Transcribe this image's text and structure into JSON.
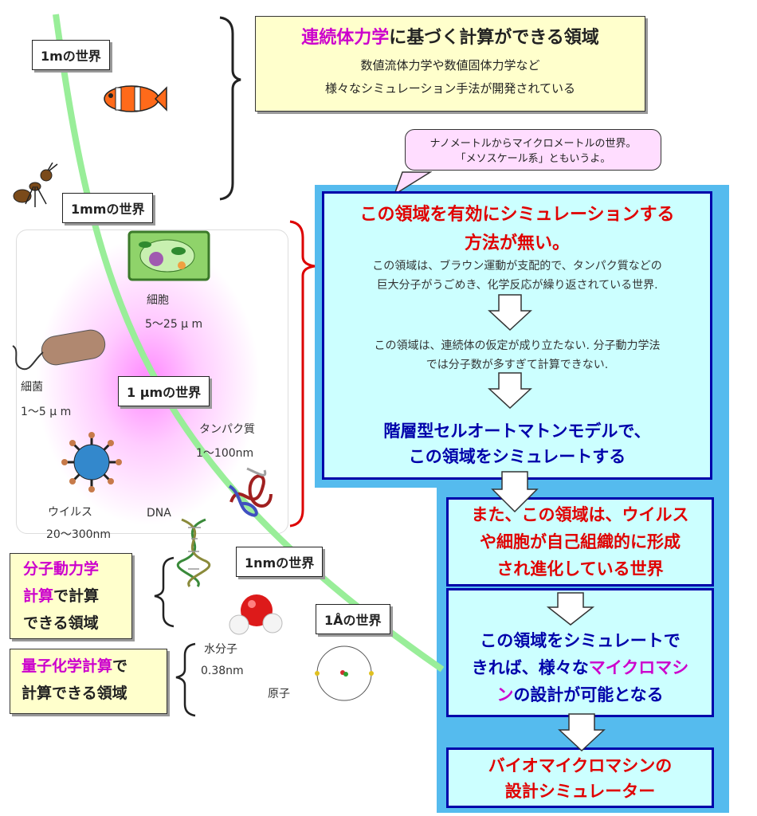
{
  "scales": {
    "m": "1mの世界",
    "mm": "1mmの世界",
    "um": "1 μmの世界",
    "nm": "1nmの世界",
    "angstrom": "1Åの世界"
  },
  "continuum_box": {
    "title_highlight": "連続体力学",
    "title_rest": "に基づく計算ができる領域",
    "line1": "数値流体力学や数値固体力学など",
    "line2": "様々なシミュレーション手法が開発されている"
  },
  "speech_bubble": {
    "line1": "ナノメートルからマイクロメートルの世界。",
    "line2": "「メソスケール系」ともいうよ。"
  },
  "main_box": {
    "heading_line1": "この領域を有効にシミュレーションする",
    "heading_line2": "方法が無い。",
    "para1_line1": "この領域は、ブラウン運動が支配的で、タンパク質などの",
    "para1_line2": "巨大分子がうごめき、化学反応が繰り返されている世界.",
    "para2_line1": "この領域は、連続体の仮定が成り立たない. 分子動力学法",
    "para2_line2": "では分子数が多すぎて計算できない.",
    "model_line1": "階層型セルオートマトンモデルで、",
    "model_line2": "この領域をシミュレートする"
  },
  "self_org_box": {
    "line1": "また、この領域は、ウイルス",
    "line2": "や細胞が自己組織的に形成",
    "line3": "され進化している世界"
  },
  "micromachine_box": {
    "line1": "この領域をシミュレートで",
    "line2_pre": "きれば、様々な",
    "line2_highlight": "マイクロマシ",
    "line3_highlight": "ン",
    "line3_post": "の設計が可能となる"
  },
  "final_box": {
    "line1": "バイオマイクロマシンの",
    "line2": "設計シミュレーター"
  },
  "md_box": {
    "line1": "分子動力学",
    "line2_highlight": "計算",
    "line2_rest": "で計算",
    "line3": "できる領域"
  },
  "qc_box": {
    "line1_highlight": "量子化学計算",
    "line1_rest": "で",
    "line2": "計算できる領域"
  },
  "labels": {
    "cell": "細胞",
    "cell_size": "5〜25 μ m",
    "bacteria": "細菌",
    "bacteria_size": "1〜5 μ m",
    "protein": "タンパク質",
    "protein_size": "1〜100nm",
    "virus": "ウイルス",
    "virus_size": "20〜300nm",
    "dna": "DNA",
    "water": "水分子",
    "water_size": "0.38nm",
    "atom": "原子"
  },
  "colors": {
    "curve": "#99ee99",
    "blue_frame": "#55bbee",
    "box_fill": "#ccffff",
    "box_border": "#0000aa",
    "red_text": "#e00000",
    "magenta_text": "#cc00cc",
    "yellow_fill": "#ffffcc",
    "bracket_red": "#dd0000"
  }
}
